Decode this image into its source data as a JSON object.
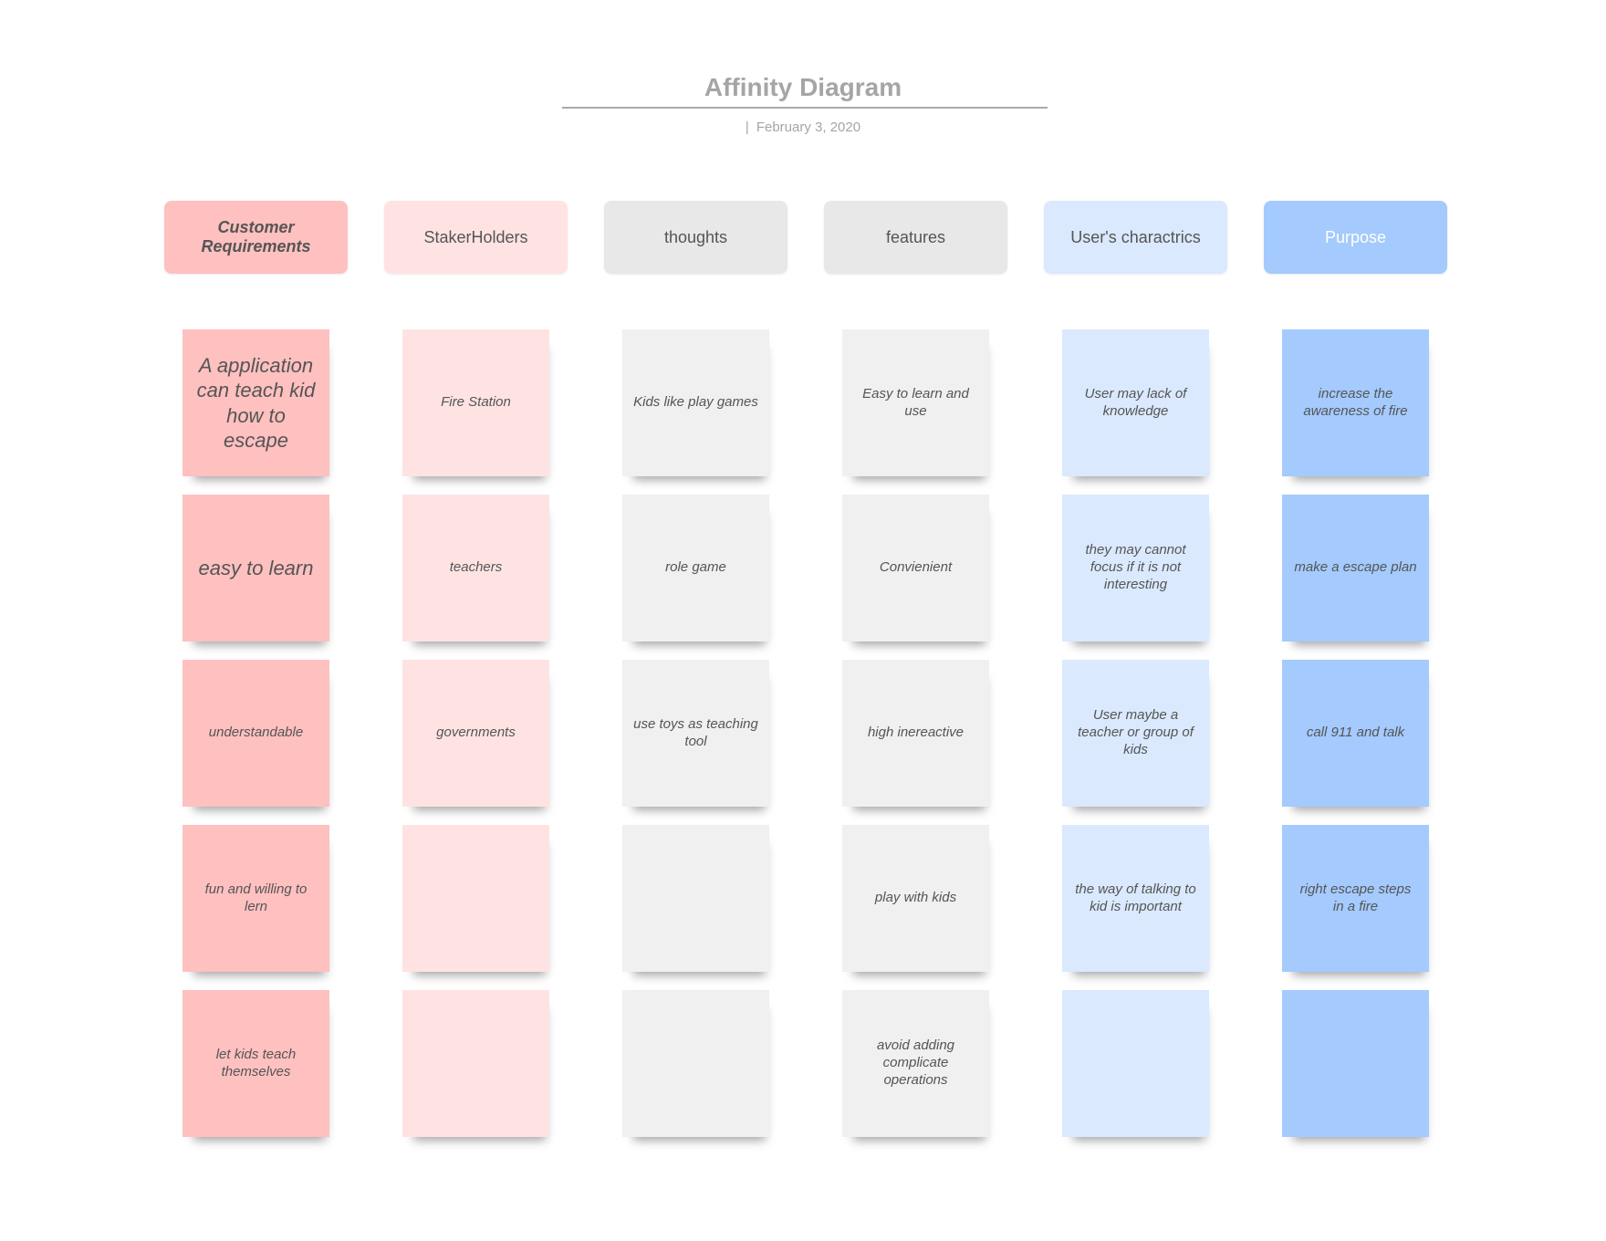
{
  "title": "Affinity Diagram",
  "date_separator": "|",
  "date": "February 3, 2020",
  "colors": {
    "customer_requirements": "#ffc0c0",
    "stakeholders": "#ffe3e3",
    "thoughts": "#eff0ef",
    "features": "#eff0ef",
    "users": "#dae9fd",
    "purpose": "#a4cafe"
  },
  "columns": [
    {
      "label": "Customer Requirements",
      "notes": [
        "A application can teach kid how to escape",
        "easy to learn",
        "understandable",
        "fun  and willing to lern",
        "let kids teach themselves"
      ]
    },
    {
      "label": "StakerHolders",
      "notes": [
        "Fire Station",
        "teachers",
        "governments",
        "",
        ""
      ]
    },
    {
      "label": "thoughts",
      "notes": [
        "Kids like play games",
        "role game",
        "use toys as teaching tool",
        "",
        ""
      ]
    },
    {
      "label": "features",
      "notes": [
        "Easy to learn and use",
        "Convienient",
        "high inereactive",
        "play with kids",
        "avoid adding complicate operations"
      ]
    },
    {
      "label": "User's charactrics",
      "notes": [
        "User may lack of knowledge",
        "they may cannot focus if it is not interesting",
        "User maybe a teacher  or group of kids",
        "the way of talking to kid is important",
        ""
      ]
    },
    {
      "label": "Purpose",
      "notes": [
        "increase the awareness of fire",
        "make a escape plan",
        "call 911 and talk",
        "right escape steps in a fire",
        ""
      ]
    }
  ]
}
